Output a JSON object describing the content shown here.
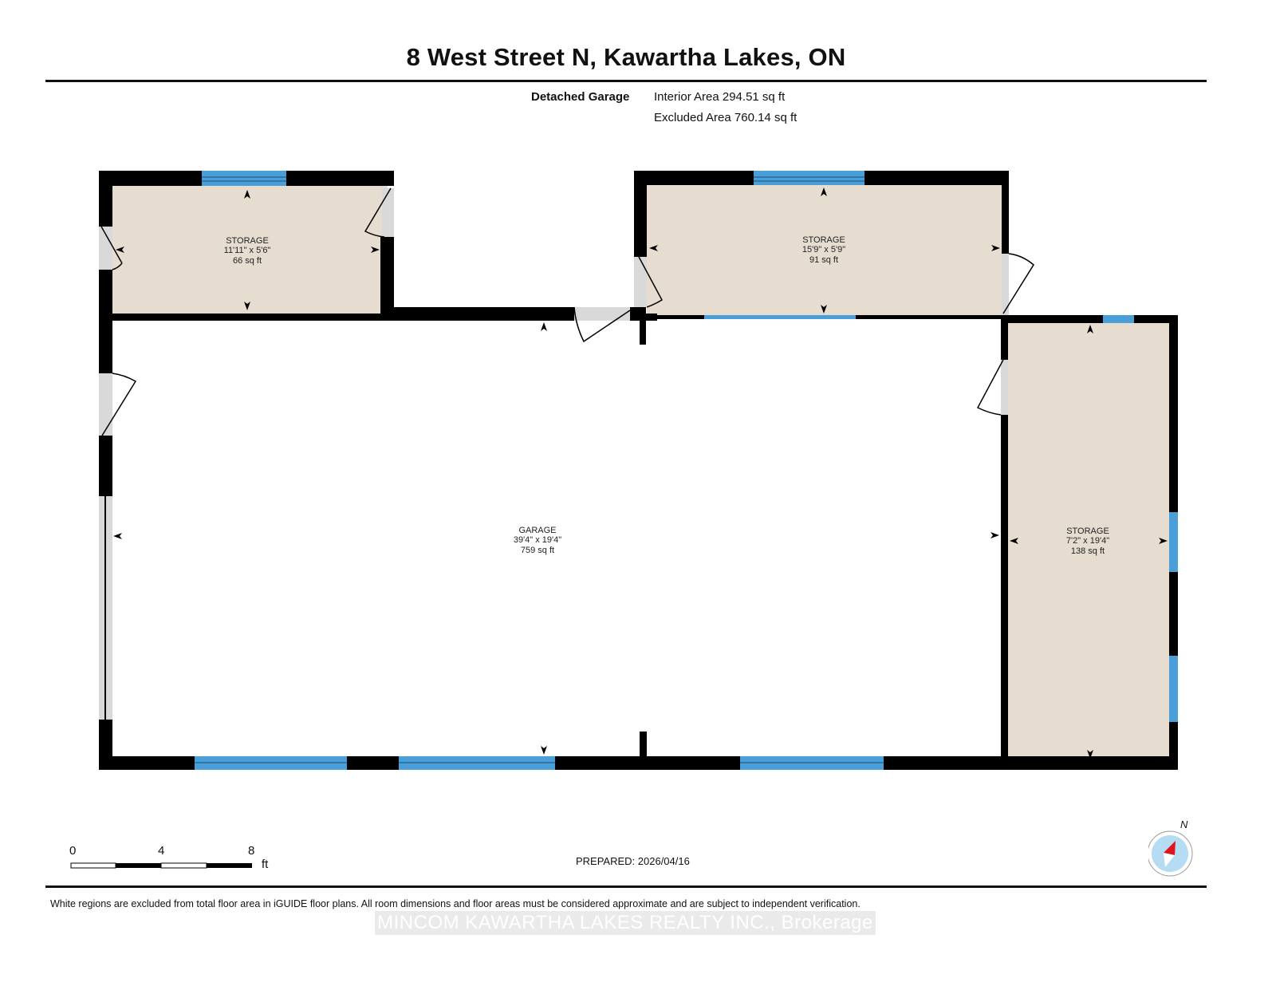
{
  "header": {
    "title": "8 West Street N, Kawartha Lakes, ON"
  },
  "summary": {
    "building_label": "Detached Garage",
    "interior_area": "Interior Area 294.51 sq ft",
    "excluded_area": "Excluded Area 760.14 sq ft"
  },
  "rooms": [
    {
      "name": "STORAGE",
      "dimensions": "11'11\" x 5'6\"",
      "area": "66 sq ft"
    },
    {
      "name": "STORAGE",
      "dimensions": "15'9\" x 5'9\"",
      "area": "91 sq ft"
    },
    {
      "name": "GARAGE",
      "dimensions": "39'4\" x 19'4\"",
      "area": "759 sq ft"
    },
    {
      "name": "STORAGE",
      "dimensions": "7'2\" x 19'4\"",
      "area": "138 sq ft"
    }
  ],
  "scale_bar": {
    "labels": [
      "0",
      "4",
      "8"
    ],
    "unit": "ft"
  },
  "prepared": "PREPARED: 2026/04/16",
  "compass": {
    "label": "N"
  },
  "footer": {
    "disclaimer": "White regions are excluded from total floor area in iGUIDE floor plans. All room dimensions and floor areas must be considered approximate and are subject to independent verification.",
    "brokerage": "MINCOM KAWARTHA LAKES REALTY INC., Brokerage"
  },
  "colors": {
    "wall": "#000000",
    "room_fill": "#e6ddd0",
    "window": "#4a9fd8",
    "door_opening": "#d9d9d9",
    "compass_red": "#e0141e",
    "compass_blue": "#b5dcf3"
  }
}
